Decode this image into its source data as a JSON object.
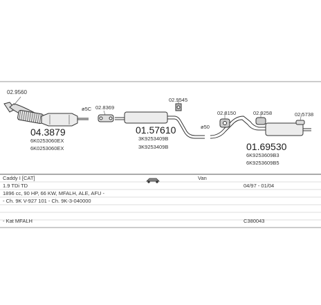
{
  "parts": {
    "front_pipe_clamp": "02.9560",
    "catalyst_no": "04.3879",
    "catalyst_ref1": "6K0253060EX",
    "catalyst_ref2": "6K0253060EX",
    "diameter_label": "ø5C",
    "clamp_small": "02.8369",
    "middle_no": "01.57610",
    "middle_ref1": "3K9253409B",
    "middle_ref2": "3K9253409B",
    "mount_mid": "02.9545",
    "diameter_label_2": "ø50",
    "mount_rear1": "02.8150",
    "mount_rear2": "02.9258",
    "tail_clamp": "02.5738",
    "rear_no": "01.69530",
    "rear_ref1": "6K9253609B3",
    "rear_ref2": "6K9253609B5"
  },
  "info": {
    "model": "Caddy I [CAT]",
    "model_body": "Van",
    "engine": "1.9 TDi TD",
    "dates": "04/97 - 01/04",
    "spec1": "1896 cc, 90 HP, 66 KW, MFALH, ALE, AFU -",
    "spec2": "- Ch. 9K V-927 101 - Ch. 9K-3-040000",
    "kit": "- Kat MFALH",
    "code": "C380043"
  }
}
